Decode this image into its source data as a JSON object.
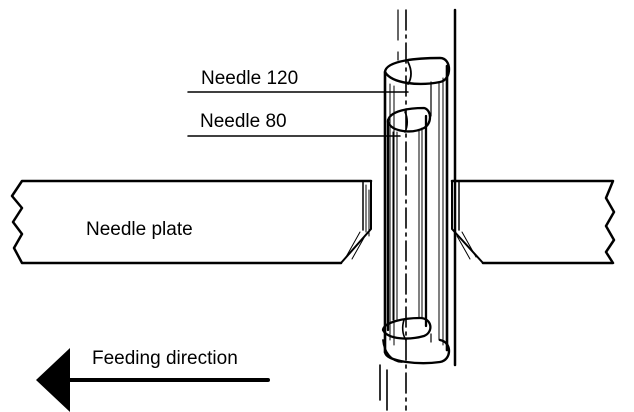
{
  "labels": {
    "needle_large": "Needle 120",
    "needle_small": "Needle 80",
    "plate": "Needle plate",
    "feed": "Feeding direction"
  }
}
